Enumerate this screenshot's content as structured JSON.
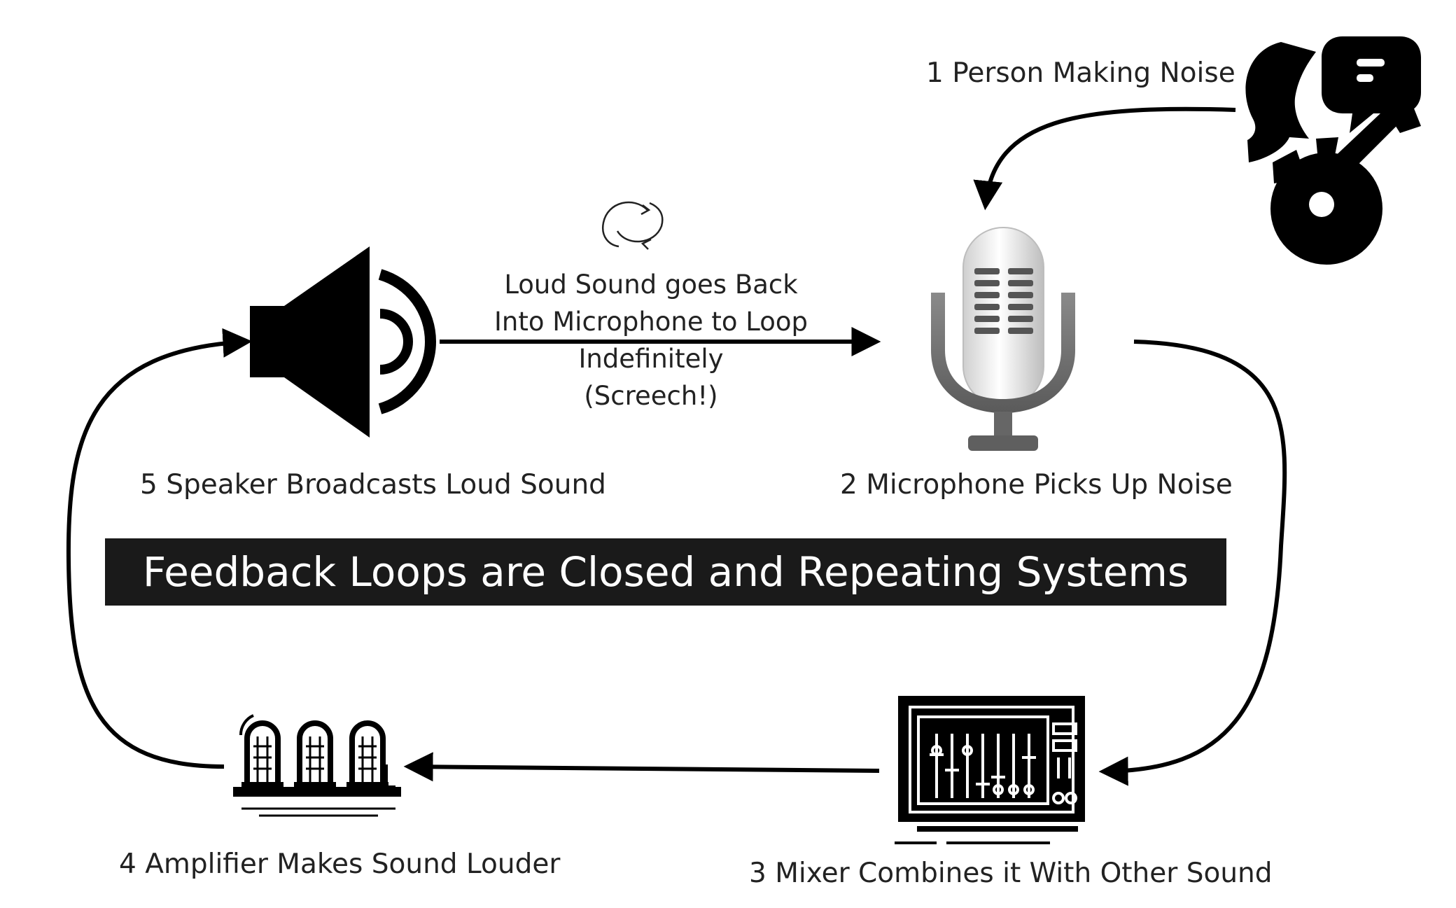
{
  "steps": {
    "step1": "1 Person Making Noise",
    "step2": "2 Microphone Picks Up Noise",
    "step3": "3 Mixer Combines it With Other Sound",
    "step4": "4 Amplifier Makes Sound Louder",
    "step5": "5 Speaker Broadcasts Loud Sound"
  },
  "loop_note": {
    "line1": "Loud Sound goes Back",
    "line2": "Into Microphone to Loop",
    "line3": "Indefinitely",
    "line4": "(Screech!)"
  },
  "banner": "Feedback Loops are Closed and Repeating Systems",
  "icons": {
    "person": "person-guitar-speech-icon",
    "microphone": "microphone-icon",
    "mixer": "mixer-console-icon",
    "amplifier": "tube-amplifier-icon",
    "speaker": "loudspeaker-icon",
    "loop": "refresh-loop-icon"
  },
  "colors": {
    "ink": "#000000",
    "banner_bg": "#1a1a1a",
    "banner_text": "#ffffff",
    "mic_body": "#e6e6e6",
    "mic_stand": "#6e6e6e"
  }
}
